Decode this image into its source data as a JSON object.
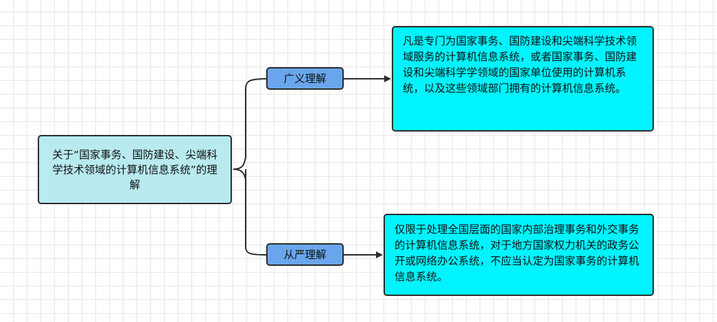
{
  "root": {
    "text": "关于“国家事务、国防建设、尖端科学技术领域的计算机信息系统”的理解"
  },
  "branches": [
    {
      "label": "广义理解",
      "description": "凡是专门为国家事务、国防建设和尖端科学技术领域服务的计算机信息系统，或者国家事务、国防建设和尖端科学学领域的国家单位使用的计算机系统，以及这些领域部门拥有的计算机信息系统。"
    },
    {
      "label": "从严理解",
      "description": "仅限于处理全国层面的国家内部治理事务和外交事务的计算机信息系统，对于地方国家权力机关的政务公开或网络办公系统，不应当认定为国家事务的计算机信息系统。"
    }
  ],
  "colors": {
    "root_fill": "#b8eaf0",
    "label_fill": "#6aa6ee",
    "description_fill": "#00f4ff",
    "stroke": "#2b2b2b",
    "grid": "#e6e6e6"
  }
}
